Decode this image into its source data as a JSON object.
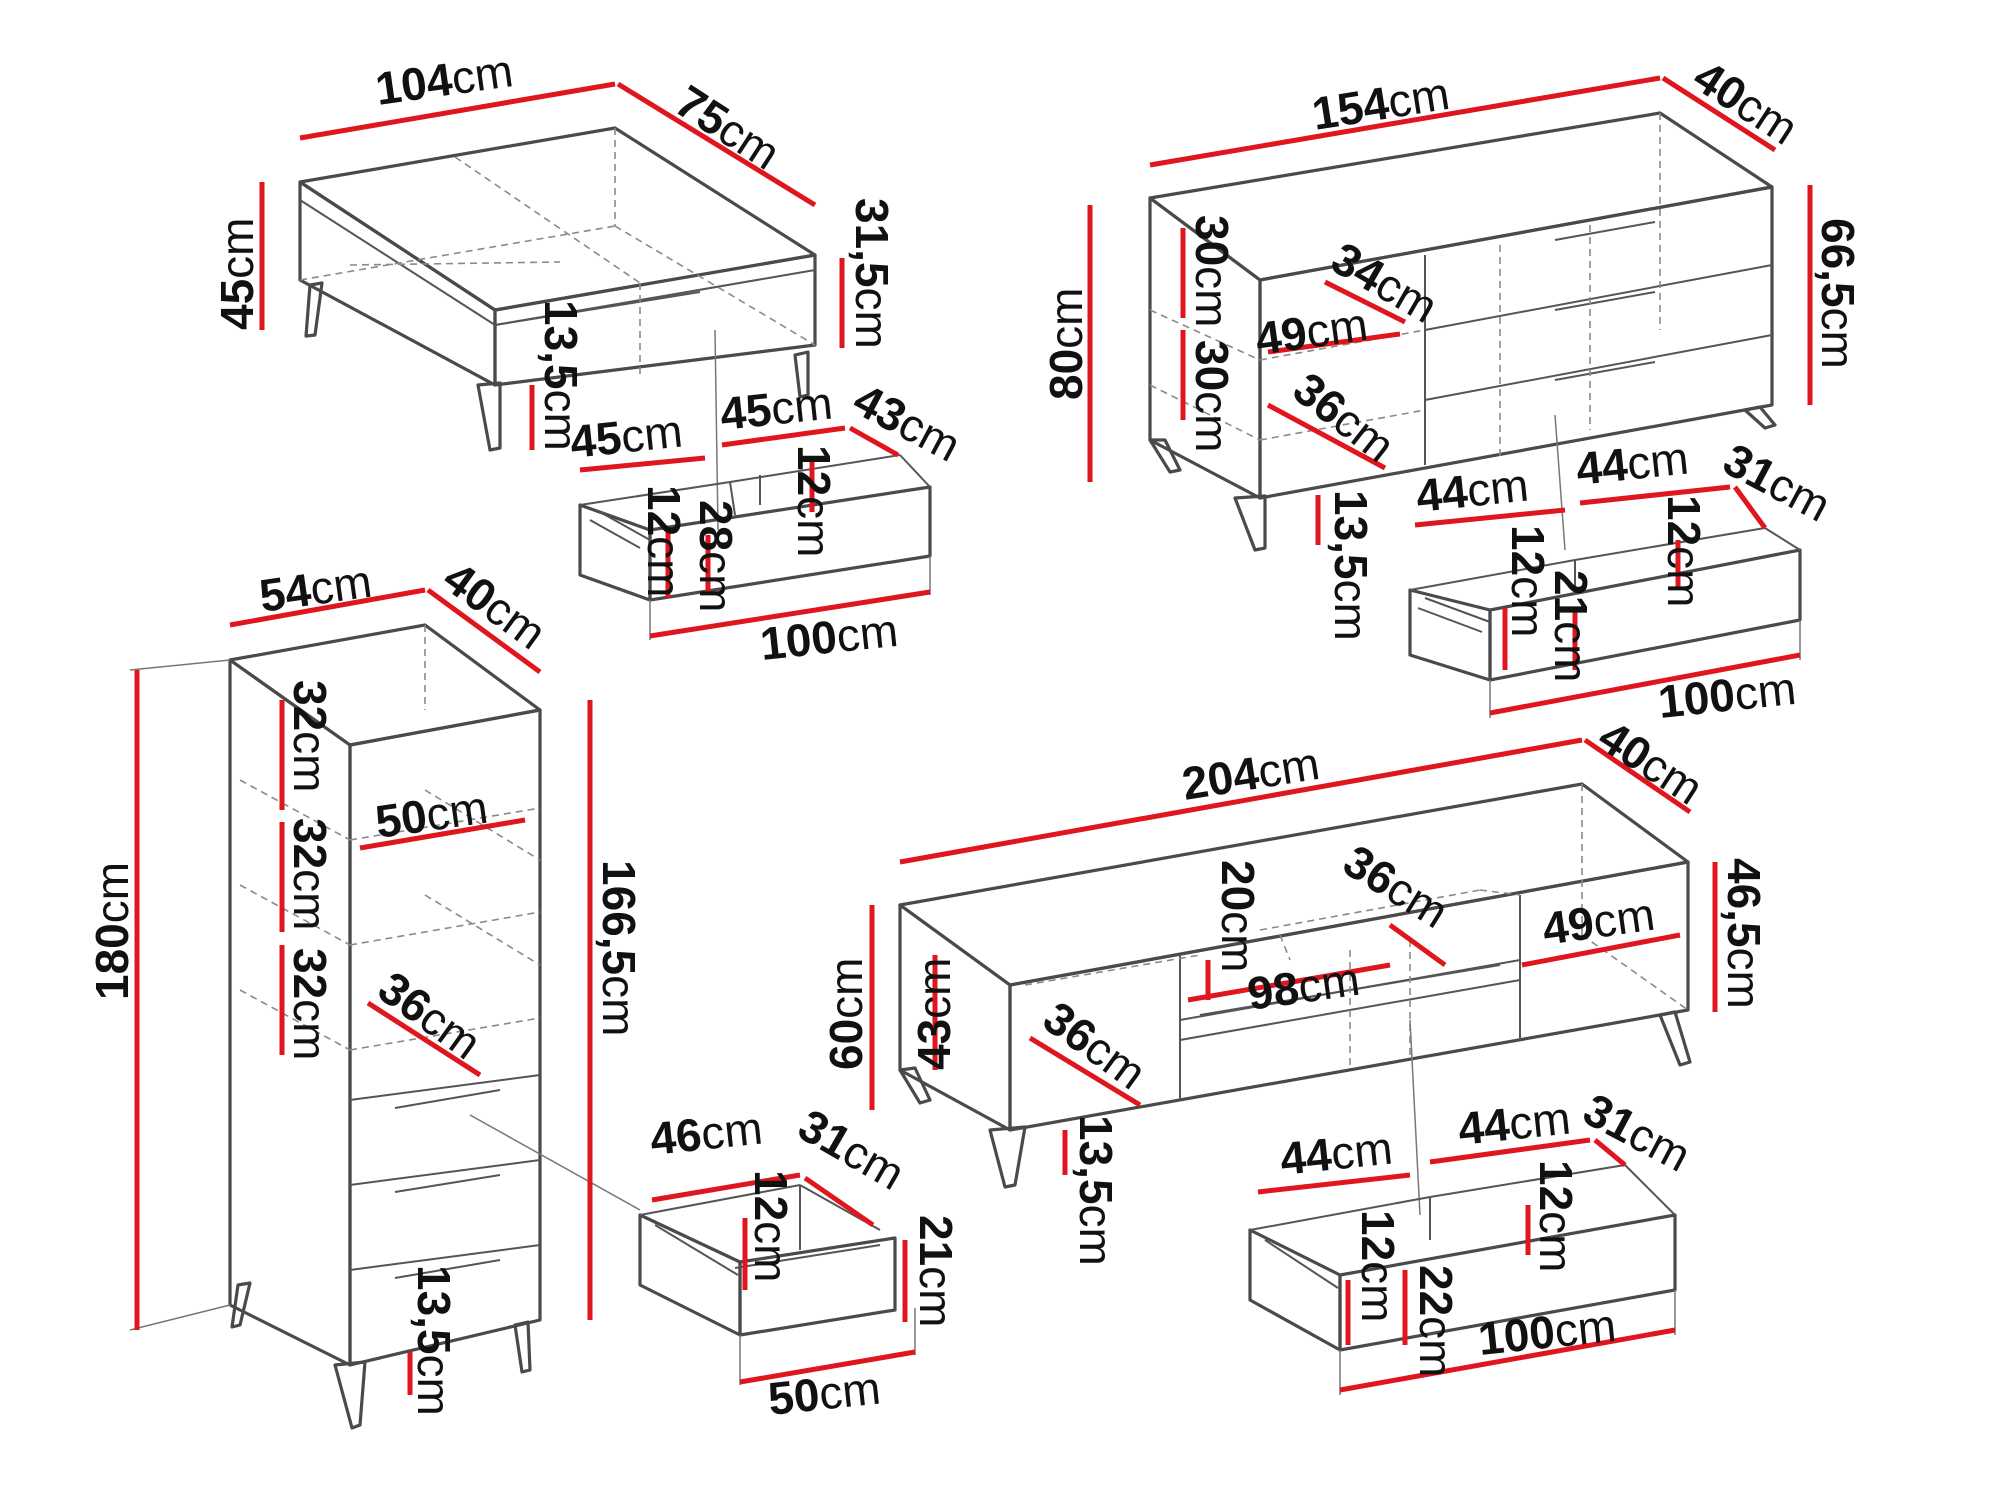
{
  "unit": "cm",
  "colors": {
    "dimension": "#e0161e",
    "outline": "#4a4a4a",
    "text": "#111111"
  },
  "coffee_table": {
    "width": "104",
    "depth": "75",
    "height": "45",
    "top_thickness": "31,5",
    "leg_height": "13,5",
    "drawer": {
      "inner_width_left": "45",
      "inner_width_right": "45",
      "inner_depth": "43",
      "inner_height_left": "12",
      "inner_height_right": "12",
      "front_height": "28",
      "total_width": "100"
    }
  },
  "sideboard": {
    "width": "154",
    "depth": "40",
    "height": "80",
    "body_height": "66,5",
    "shelf_1": "30",
    "shelf_2": "30",
    "shelf_depth": "34",
    "shelf_width": "49",
    "shelf_diag": "36",
    "leg_height": "13,5",
    "drawer": {
      "inner_width_left": "44",
      "inner_width_right": "44",
      "inner_depth": "31",
      "inner_height_left": "12",
      "inner_height_right": "12",
      "front_height": "21",
      "total_width": "100"
    }
  },
  "tall_cabinet": {
    "width": "54",
    "depth": "40",
    "height": "180",
    "body_height": "166,5",
    "shelf_1": "32",
    "shelf_2": "32",
    "shelf_3": "32",
    "shelf_width": "50",
    "shelf_diag": "36",
    "leg_height": "13,5",
    "drawer": {
      "inner_width": "46",
      "inner_depth": "31",
      "inner_height": "12",
      "front_height": "21",
      "total_width": "50"
    }
  },
  "tv_stand": {
    "width": "204",
    "depth": "40",
    "height": "60",
    "body_height": "46,5",
    "left_height": "43",
    "left_diag": "36",
    "middle_height": "20",
    "middle_diag": "36",
    "middle_width": "98",
    "right_width": "49",
    "leg_height": "13,5",
    "drawer": {
      "inner_width_left": "44",
      "inner_width_right": "44",
      "inner_depth": "31",
      "inner_height_left": "12",
      "inner_height_right": "12",
      "front_height": "22",
      "total_width": "100"
    }
  }
}
